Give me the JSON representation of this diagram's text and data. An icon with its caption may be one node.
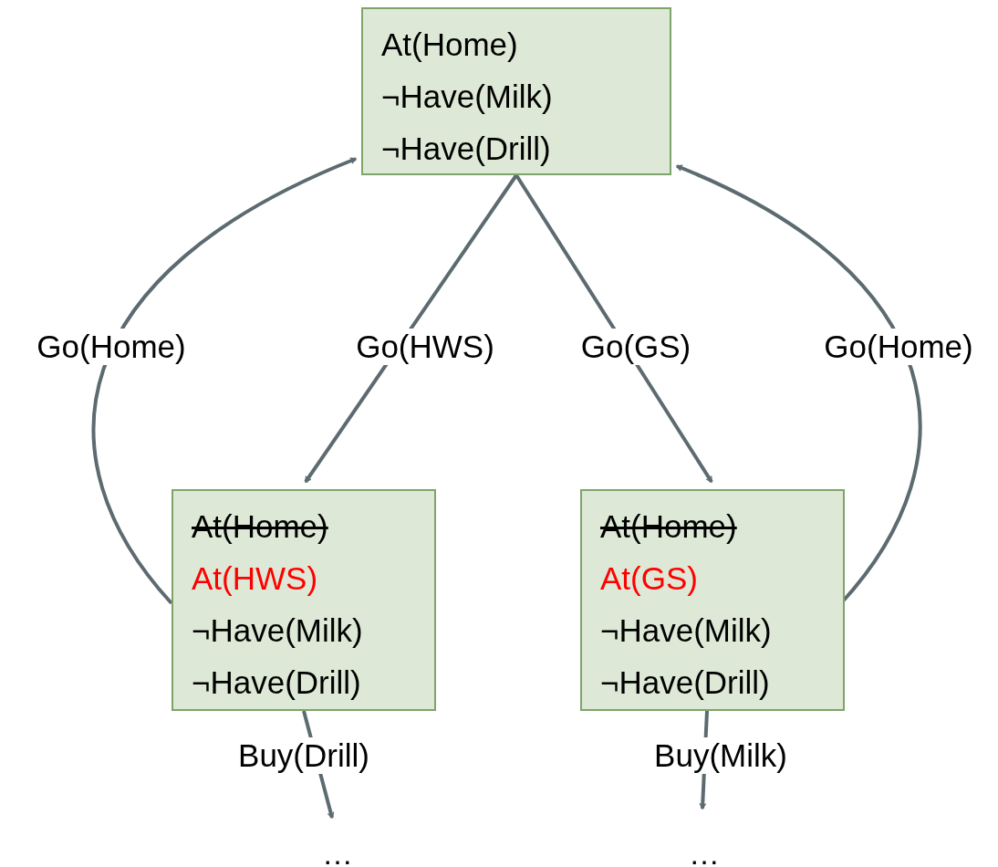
{
  "diagram": {
    "nodes": [
      {
        "text": [
          "At(Home)",
          "¬Have(Milk)",
          "¬Have(Drill)"
        ]
      },
      {
        "text": [
          "At(Home)",
          "At(HWS)",
          "¬Have(Milk)",
          "¬Have(Drill)"
        ]
      },
      {
        "text": [
          "At(Home)",
          "At(GS)",
          "¬Have(Milk)",
          "¬Have(Drill)"
        ]
      },
      {
        "text": [
          "…"
        ]
      },
      {
        "text": [
          "…"
        ]
      }
    ],
    "edges": [
      {
        "from": 1,
        "to": 0,
        "arrow": "to",
        "label": "Go(Home)"
      },
      {
        "from": 0,
        "to": 1,
        "arrow": "to",
        "label": "Go(HWS)"
      },
      {
        "from": 0,
        "to": 2,
        "arrow": "to",
        "label": "Go(GS)"
      },
      {
        "from": 2,
        "to": 0,
        "arrow": "to",
        "label": "Go(Home)"
      },
      {
        "from": 1,
        "to": 3,
        "arrow": "to",
        "label": "Buy(Drill)"
      },
      {
        "from": 2,
        "to": 4,
        "arrow": "to",
        "label": "Buy(Milk)"
      }
    ]
  }
}
